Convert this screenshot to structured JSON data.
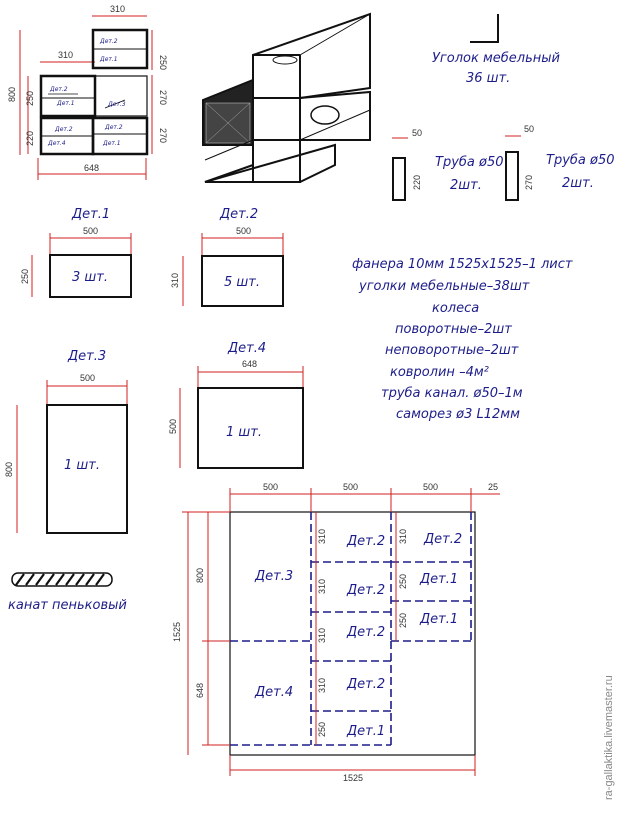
{
  "assembly": {
    "dims": {
      "top": "310",
      "top_right": "250",
      "mid_top": "310",
      "left_total": "800",
      "left_upper": "250",
      "right_mid": "270",
      "left_lower": "220",
      "right_lower": "270",
      "bottom": "648"
    },
    "parts": {
      "d2a": "Дет.2",
      "d1a": "Дет.1",
      "d2b": "Дет.2",
      "d1b": "Дет.1",
      "d3": "Дет.3",
      "d2c": "Дет.2",
      "d4": "Дет.4",
      "d2d": "Дет.2",
      "d1c": "Дет.1"
    }
  },
  "corner": {
    "title": "Уголок мебельный",
    "count": "36 шт."
  },
  "pipe1": {
    "diam": "50",
    "height": "220",
    "label": "Труба ø50",
    "count": "2шт."
  },
  "pipe2": {
    "diam": "50",
    "height": "270",
    "label": "Труба ø50",
    "count": "2шт."
  },
  "det1": {
    "title": "Дет.1",
    "w": "500",
    "h": "250",
    "qty": "3 шт."
  },
  "det2": {
    "title": "Дет.2",
    "w": "500",
    "h": "310",
    "qty": "5 шт."
  },
  "det3": {
    "title": "Дет.3",
    "w": "500",
    "h": "800",
    "qty": "1 шт."
  },
  "det4": {
    "title": "Дет.4",
    "w": "648",
    "h": "500",
    "qty": "1 шт."
  },
  "materials": [
    "фанера 10мм 1525x1525–1 лист",
    "уголки мебельные–38шт",
    "колеса",
    "поворотные–2шт",
    "неповоротные–2шт",
    "ковролин –4м²",
    "труба канал. ø50–1м",
    "саморез ø3 L12мм"
  ],
  "rope": {
    "label": "канат пеньковый"
  },
  "sheet": {
    "top_dims": [
      "500",
      "500",
      "500",
      "25"
    ],
    "left_dims": {
      "total": "1525",
      "upper": "800",
      "lower": "648"
    },
    "bottom": "1525",
    "col2_dims": [
      "310",
      "310",
      "310",
      "310",
      "250"
    ],
    "col3_dims": [
      "310",
      "250",
      "250"
    ],
    "labels": {
      "d3": "Дет.3",
      "d4": "Дет.4",
      "c2r1": "Дет.2",
      "c2r2": "Дет.2",
      "c2r3": "Дет.2",
      "c2r4": "Дет.2",
      "c2r5": "Дет.1",
      "c3r1": "Дет.2",
      "c3r2": "Дет.1",
      "c3r3": "Дет.1"
    }
  },
  "watermark": "ra-gallaktika.livemaster.ru"
}
